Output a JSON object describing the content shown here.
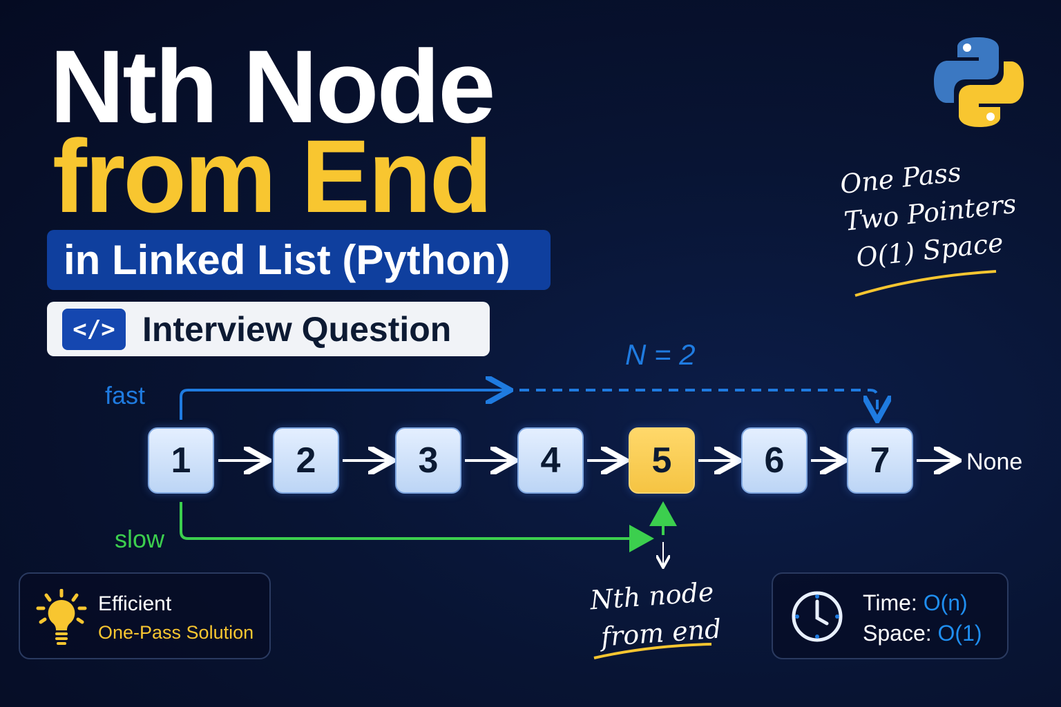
{
  "title": {
    "line1": "Nth Node",
    "line2": "from End",
    "subtitle": "in Linked List (Python)",
    "badge_icon": "</>",
    "badge": "Interview Question"
  },
  "tagline": [
    "One Pass",
    "Two Pointers",
    "O(1) Space"
  ],
  "diagram": {
    "n_label": "N = 2",
    "fast_label": "fast",
    "slow_label": "slow",
    "nodes": [
      "1",
      "2",
      "3",
      "4",
      "5",
      "6",
      "7"
    ],
    "highlight_index": 4,
    "terminal": "None",
    "target_label": [
      "Nth node",
      "from end"
    ]
  },
  "cards": {
    "efficient": {
      "title": "Efficient",
      "subtitle": "One-Pass Solution"
    },
    "complexity": {
      "time_label": "Time:",
      "time_value": "O(n)",
      "space_label": "Space:",
      "space_value": "O(1)"
    }
  },
  "colors": {
    "yellow": "#f8c630",
    "blue": "#1f7be0",
    "green": "#3ccf4e",
    "banner": "#0f3f9e"
  }
}
